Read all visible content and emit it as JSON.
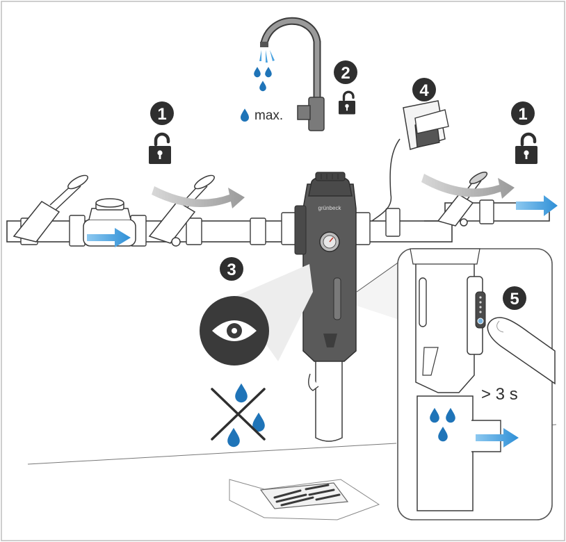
{
  "steps": [
    {
      "id": "1",
      "action": "open-valve"
    },
    {
      "id": "2",
      "action": "open-tap"
    },
    {
      "id": "3",
      "action": "visual-check"
    },
    {
      "id": "4",
      "action": "power-outlet"
    },
    {
      "id": "5",
      "action": "press-button"
    }
  ],
  "tap": {
    "flow_label": "max."
  },
  "filter": {
    "brand": "grünbeck"
  },
  "press": {
    "duration_label": "> 3 s"
  },
  "icons": [
    "lock-open-icon",
    "eye-icon",
    "water-drop-icon",
    "no-leak-icon",
    "flow-arrow-icon",
    "power-socket-icon",
    "finger-icon"
  ],
  "colors": {
    "water": "#1f74b8",
    "flow_arrow": "#4ba3e0",
    "icon_dark": "#2f2f2f",
    "device": "#5a5a5a",
    "outline": "#3a3a3a",
    "rotate_arrow": "#a8a8a8"
  }
}
